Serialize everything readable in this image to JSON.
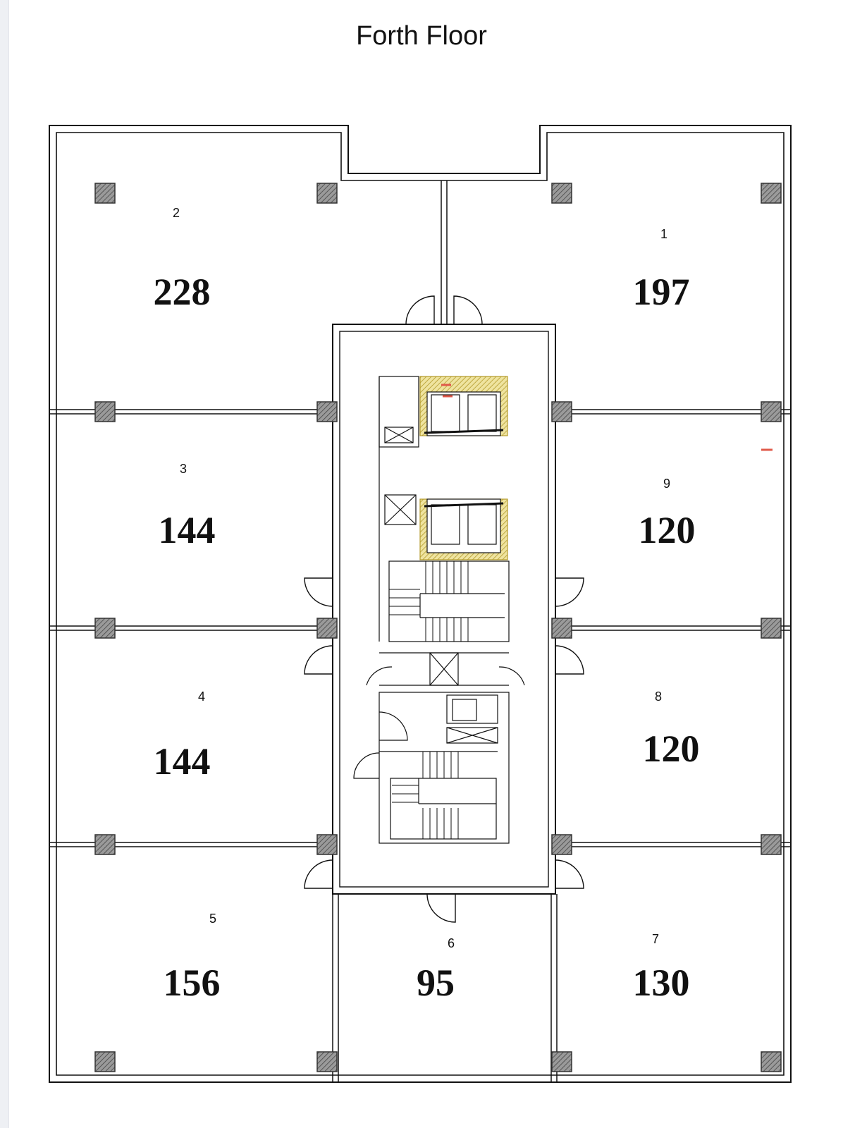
{
  "title": "Forth Floor",
  "rooms": [
    {
      "id": "1",
      "area": "197"
    },
    {
      "id": "2",
      "area": "228"
    },
    {
      "id": "3",
      "area": "144"
    },
    {
      "id": "4",
      "area": "144"
    },
    {
      "id": "5",
      "area": "156"
    },
    {
      "id": "6",
      "area": "95"
    },
    {
      "id": "7",
      "area": "130"
    },
    {
      "id": "8",
      "area": "120"
    },
    {
      "id": "9",
      "area": "120"
    }
  ],
  "colors": {
    "wall": "#111111",
    "column": "#7a7a7a",
    "elevator_hatch": "#c8b43c",
    "marker": "#e05a4a"
  }
}
